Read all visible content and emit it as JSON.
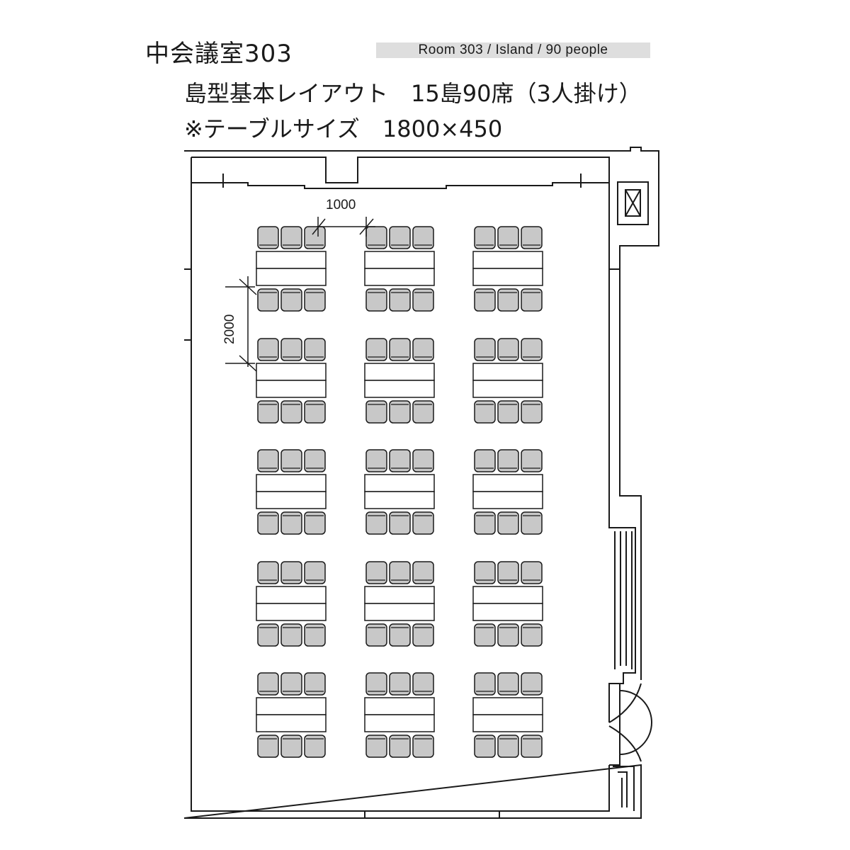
{
  "header": {
    "room_name": "中会議室303",
    "room_tag": "Room 303 / Island / 90 people",
    "layout_line": "島型基本レイアウト　15島90席（3人掛け）",
    "table_size_line": "※テーブルサイズ　1800×450"
  },
  "dimensions": {
    "aisle_width": "1000",
    "island_pitch": "2000"
  },
  "layout": {
    "island_columns": 3,
    "island_rows": 5,
    "chairs_per_side": 3
  },
  "colors": {
    "line": "#1a1a1a",
    "chair_fill": "#c8c8c8",
    "tag_background": "#dedede"
  }
}
